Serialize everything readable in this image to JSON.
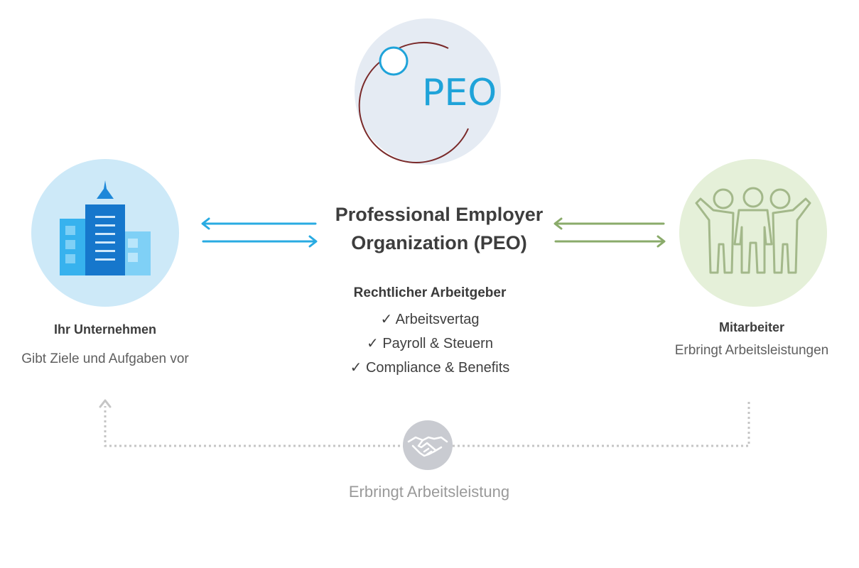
{
  "peo_logo": {
    "text": "PEO"
  },
  "center": {
    "title_line1": "Professional Employer",
    "title_line2": "Organization (PEO)",
    "subheading": "Rechtlicher Arbeitgeber",
    "duties": [
      "✓ Arbeitsvertag",
      "✓ Payroll & Steuern",
      "✓ Compliance & Benefits"
    ]
  },
  "company": {
    "name": "Ihr Unternehmen",
    "description": "Gibt Ziele und Aufgaben vor"
  },
  "employees": {
    "name": "Mitarbeiter",
    "description": "Erbringt Arbeitsleistungen"
  },
  "bottom": {
    "label": "Erbringt Arbeitsleistung"
  },
  "colors": {
    "blue_arrow": "#29abe2",
    "green_arrow": "#8aab6a",
    "peo_text": "#1fa3d9",
    "peo_arc": "#7a2a2a",
    "dotted_line": "#c5c5c5",
    "company_bg": "#cde9f8",
    "employees_bg": "#e5f0d9",
    "logo_bg": "#e5ebf3"
  },
  "icons": {
    "company": "office-building-icon",
    "employees": "people-group-icon",
    "handshake": "handshake-icon"
  }
}
